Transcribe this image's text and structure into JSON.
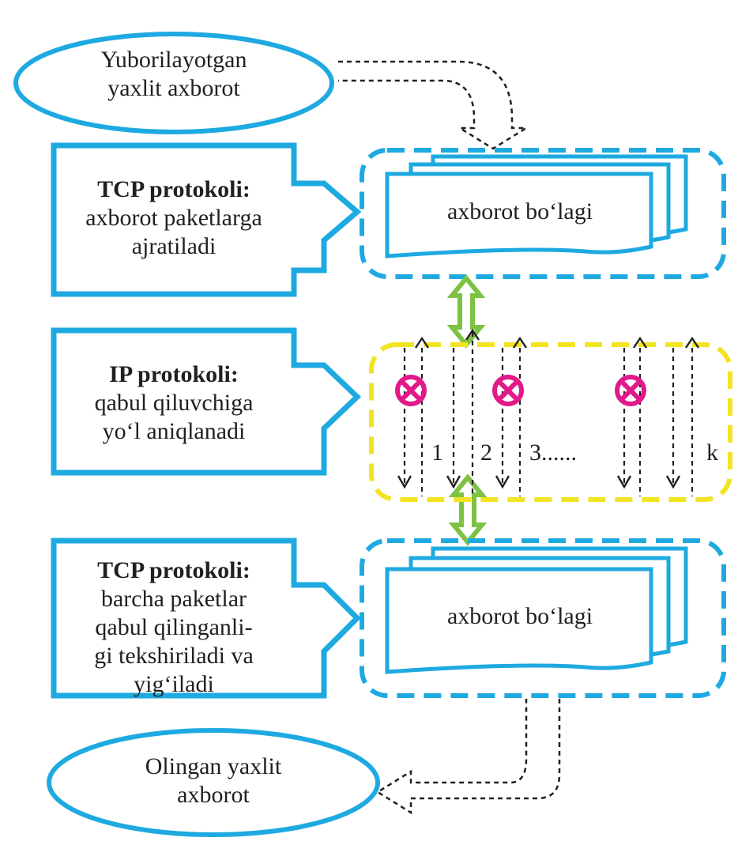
{
  "colors": {
    "blue": "#1ea9e1",
    "yellow": "#f3e421",
    "green": "#7dc242",
    "magenta": "#e2198a",
    "dash": "#231f20"
  },
  "start": {
    "line1": "Yuborilayotgan",
    "line2": "yaxlit  axborot"
  },
  "end": {
    "line1": "Olingan  yaxlit",
    "line2": "axborot"
  },
  "tcp_split": {
    "title": "TCP  protokoli:",
    "line1": "axborot  paketlarga",
    "line2": "ajratiladi"
  },
  "ip_route": {
    "title": "IP  protokoli:",
    "line1": "qabul  qiluvchiga",
    "line2": "yo‘l  aniqlanadi"
  },
  "tcp_assemble": {
    "title": "TCP  protokoli:",
    "line1": "barcha  paketlar",
    "line2": "qabul  qilinganli-",
    "line3": "gi  tekshiriladi  va",
    "line4": "yig‘iladi"
  },
  "packet_top": {
    "label": "axborot  bo‘lagi"
  },
  "packet_bottom": {
    "label": "axborot  bo‘lagi"
  },
  "channels": {
    "c1": "1",
    "c2": "2",
    "c3": "3......",
    "ck": "k"
  }
}
